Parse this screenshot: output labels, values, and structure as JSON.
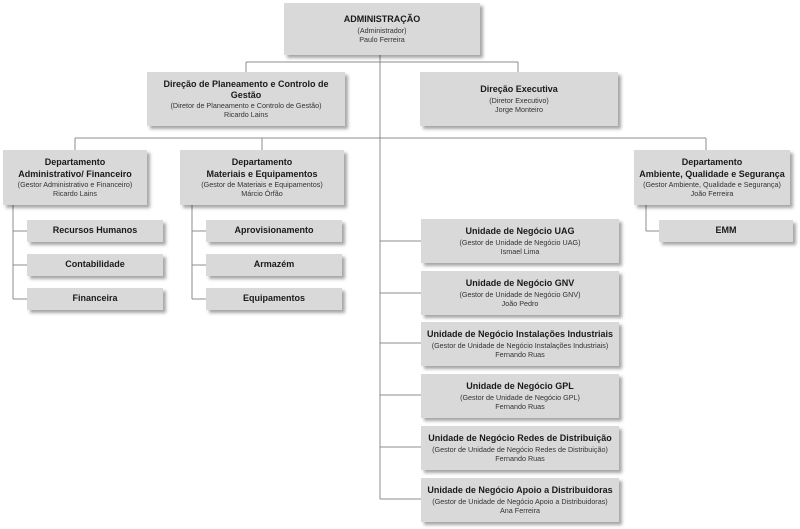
{
  "admin": {
    "title": "ADMINISTRAÇÃO",
    "role": "(Administrador)",
    "person": "Paulo Ferreira"
  },
  "planning": {
    "title": "Direção de Planeamento e Controlo de Gestão",
    "role": "(Diretor de Planeamento e Controlo de Gestão)",
    "person": "Ricardo Lains"
  },
  "executive": {
    "title": "Direção Executiva",
    "role": "(Diretor Executivo)",
    "person": "Jorge Monteiro"
  },
  "dept_admin": {
    "title1": "Departamento",
    "title2": "Administrativo/ Financeiro",
    "role": "(Gestor Administrativo e Financeiro)",
    "person": "Ricardo Lains",
    "subs": [
      "Recursos Humanos",
      "Contabilidade",
      "Financeira"
    ]
  },
  "dept_materials": {
    "title1": "Departamento",
    "title2": "Materiais e Equipamentos",
    "role": "(Gestor de Materiais e Equipamentos)",
    "person": "Márcio Órfão",
    "subs": [
      "Aprovisionamento",
      "Armazém",
      "Equipamentos"
    ]
  },
  "dept_env": {
    "title1": "Departamento",
    "title2": "Ambiente, Qualidade e Segurança",
    "role": "(Gestor Ambiente, Qualidade e Segurança)",
    "person": "João Ferreira",
    "subs": [
      "EMM"
    ]
  },
  "units": [
    {
      "title": "Unidade de Negócio UAG",
      "role": "(Gestor de Unidade de Negócio UAG)",
      "person": "Ismael Lima"
    },
    {
      "title": "Unidade de Negócio GNV",
      "role": "(Gestor de Unidade de Negócio GNV)",
      "person": "João Pedro"
    },
    {
      "title": "Unidade de Negócio Instalações Industriais",
      "role": "(Gestor de Unidade de Negócio Instalações Industriais)",
      "person": "Fernando Ruas"
    },
    {
      "title": "Unidade de Negócio GPL",
      "role": "(Gestor de Unidade de Negócio GPL)",
      "person": "Fernando Ruas"
    },
    {
      "title": "Unidade de Negócio Redes de Distribuição",
      "role": "(Gestor de Unidade de Negócio Redes de Distribuição)",
      "person": "Fernando Ruas"
    },
    {
      "title": "Unidade de Negócio Apoio a Distribuidoras",
      "role": "(Gestor de Unidade de Negócio Apoio a Distribuidoras)",
      "person": "Ana Ferreira"
    }
  ]
}
